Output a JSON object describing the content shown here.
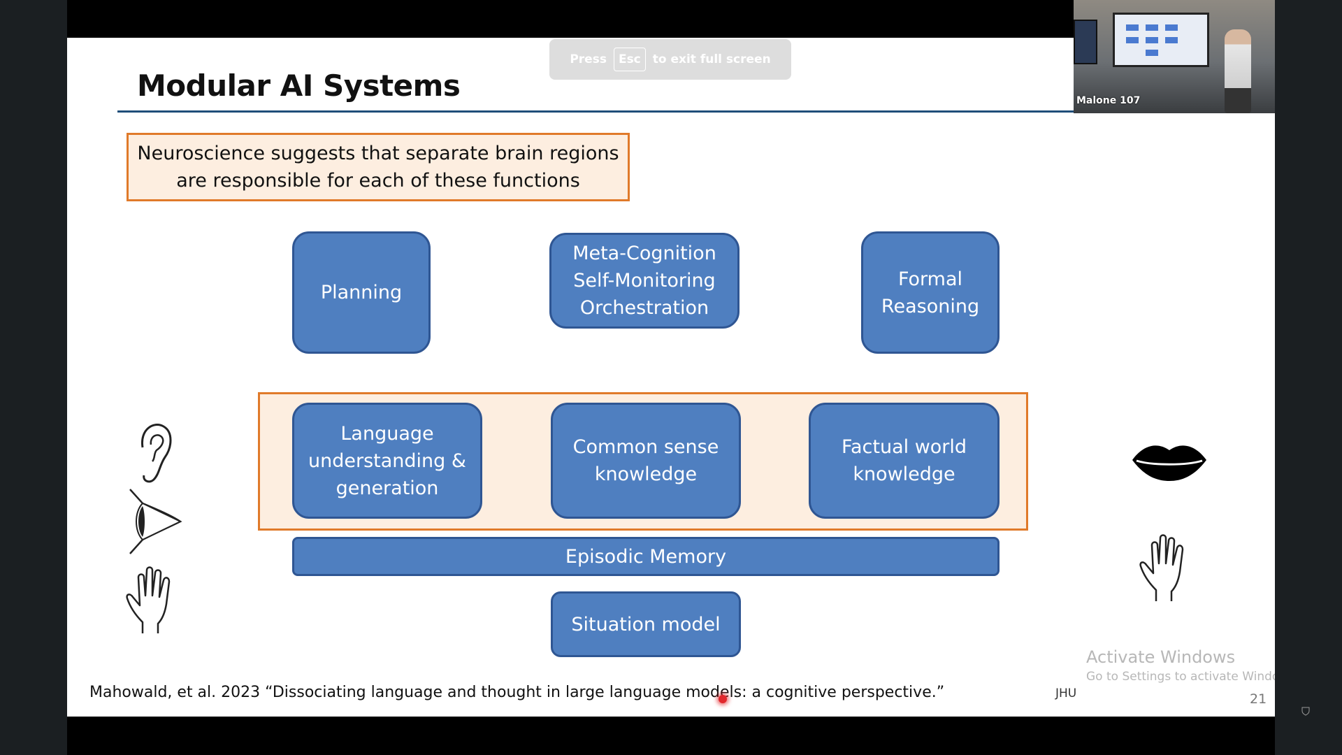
{
  "toast": {
    "press": "Press",
    "key": "Esc",
    "suffix": "to exit full screen"
  },
  "camera": {
    "room_label": "Malone 107"
  },
  "slide": {
    "title": "Modular AI Systems",
    "note_line1": "Neuroscience suggests that separate brain regions",
    "note_line2": "are responsible for each of these functions",
    "modules": {
      "planning": "Planning",
      "meta_line1": "Meta-Cognition",
      "meta_line2": "Self-Monitoring",
      "meta_line3": "Orchestration",
      "formal_line1": "Formal",
      "formal_line2": "Reasoning",
      "language_line1": "Language",
      "language_line2": "understanding &",
      "language_line3": "generation",
      "common_line1": "Common sense",
      "common_line2": "knowledge",
      "factual_line1": "Factual world",
      "factual_line2": "knowledge",
      "episodic": "Episodic Memory",
      "situation": "Situation model"
    },
    "citation": "Mahowald, et al. 2023 “Dissociating language and thought in large language models: a cognitive perspective.”",
    "footer_org": "JHU",
    "slide_number": "21",
    "sense_icons": [
      "ear-icon",
      "eye-icon",
      "hand-icon",
      "lips-icon",
      "hand-icon"
    ],
    "colors": {
      "module_fill": "#4f7fc0",
      "module_border": "#2f5693",
      "highlight_fill": "#fdeee0",
      "highlight_border": "#e07a2a",
      "title_rule": "#1f4e79"
    }
  },
  "windows_watermark": {
    "title": "Activate Windows",
    "subtitle": "Go to Settings to activate Windows."
  }
}
